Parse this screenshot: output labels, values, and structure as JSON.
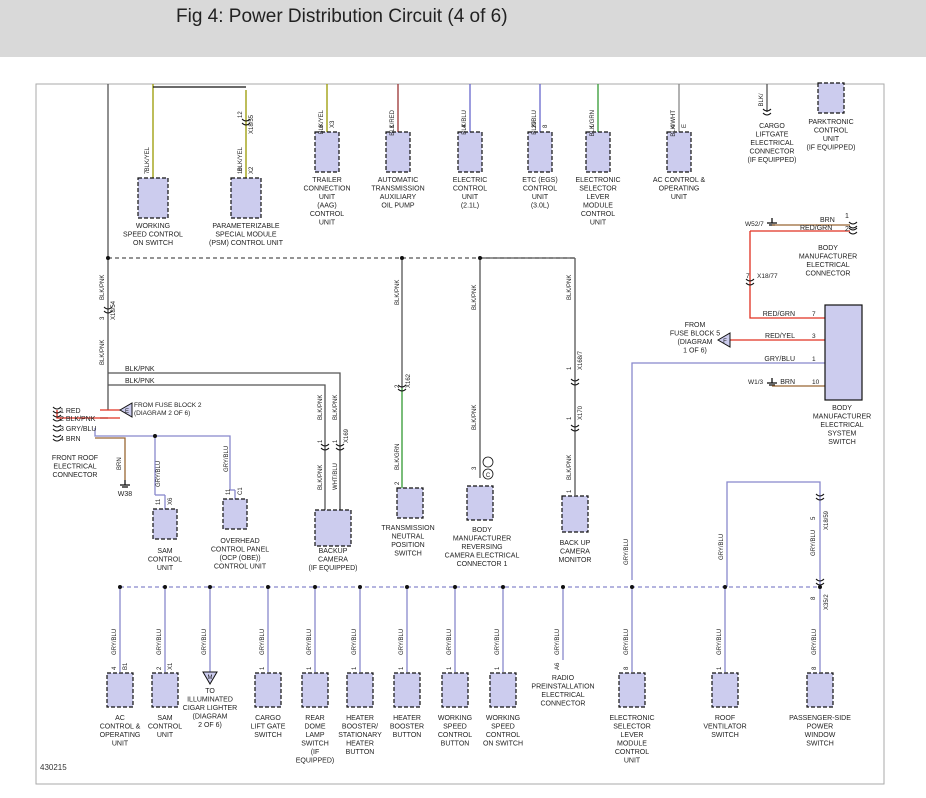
{
  "title": "Fig 4: Power Distribution Circuit (4 of 6)",
  "figure_number": "430215",
  "wire_colors": {
    "BLK/YEL": "#999900",
    "BLK/RED": "#993333",
    "BLK/BLU": "#6666cc",
    "BLK/GRN": "#339933",
    "BLK/WHT": "#888888",
    "BLK/PNK": "#555555",
    "RED": "#e03020",
    "RED/GRN": "#e03020",
    "RED/YEL": "#e03020",
    "GRY/BLU": "#8888cc",
    "BRN": "#996633",
    "default": "#444444"
  },
  "components": [
    {
      "id": "wscs_top",
      "lines": [
        "WORKING",
        "SPEED CONTROL",
        "ON SWITCH"
      ],
      "pin": "7",
      "conn": "",
      "wire": "BLK/YEL",
      "wcolor": "BLK/YEL"
    },
    {
      "id": "psm",
      "lines": [
        "PARAMETERIZABLE",
        "SPECIAL MODULE",
        "(PSM) CONTROL UNIT"
      ],
      "pin": "10",
      "conn": "X2",
      "wire": "BLK/YEL",
      "wcolor": "BLK/YEL",
      "pin2": "12",
      "conn2": "X18/55"
    },
    {
      "id": "trailer",
      "lines": [
        "TRAILER",
        "CONNECTION",
        "UNIT",
        "(AAG)",
        "CONTROL",
        "UNIT"
      ],
      "pin": "6",
      "conn": "X3",
      "wire": "BLK/YEL",
      "wcolor": "BLK/YEL"
    },
    {
      "id": "auto_trans",
      "lines": [
        "AUTOMATIC",
        "TRANSMISSION",
        "AUXILIARY",
        "OIL PUMP"
      ],
      "pin": "1",
      "conn": "",
      "wire": "BLK/RED",
      "wcolor": "BLK/RED"
    },
    {
      "id": "ecu",
      "lines": [
        "ELECTRIC",
        "CONTROL",
        "UNIT",
        "(2.1L)"
      ],
      "pin": "4",
      "conn": "",
      "wire": "BLK/BLU",
      "wcolor": "BLK/BLU"
    },
    {
      "id": "etc",
      "lines": [
        "ETC (EGS)",
        "CONTROL",
        "UNIT",
        "(3.0L)"
      ],
      "pin": "29",
      "conn": "8",
      "wire": "BLK/BLU",
      "wcolor": "BLK/BLU"
    },
    {
      "id": "esl",
      "lines": [
        "ELECTRONIC",
        "SELECTOR",
        "LEVER",
        "MODULE",
        "CONTROL",
        "UNIT"
      ],
      "pin": "1",
      "conn": "",
      "wire": "BLK/GRN",
      "wcolor": "BLK/GRN"
    },
    {
      "id": "ac_top",
      "lines": [
        "AC CONTROL &",
        "OPERATING",
        "UNIT"
      ],
      "pin": "4",
      "conn": "E",
      "wire": "BLK/WHT",
      "wcolor": "BLK/WHT"
    },
    {
      "id": "cargo_liftgate",
      "lines": [
        "CARGO",
        "LIFTGATE",
        "ELECTRICAL",
        "CONNECTOR",
        "(IF EQUIPPED)"
      ],
      "pin": "",
      "conn": "",
      "wire": "BLK/",
      "wcolor": "BLK/PNK"
    },
    {
      "id": "parktronic",
      "lines": [
        "PARKTRONIC",
        "CONTROL",
        "UNIT",
        "(IF EQUIPPED)"
      ],
      "pin": "",
      "conn": "",
      "wire": "",
      "wcolor": "default"
    },
    {
      "id": "sam_mid",
      "lines": [
        "SAM",
        "CONTROL",
        "UNIT"
      ],
      "pin": "11",
      "conn": "X6",
      "wire": "GRY/BLU",
      "wcolor": "GRY/BLU"
    },
    {
      "id": "ocp",
      "lines": [
        "OVERHEAD",
        "CONTROL PANEL",
        "(OCP (OBE))",
        "CONTROL UNIT"
      ],
      "pin": "11",
      "conn": "C1",
      "wire": "GRY/BLU",
      "wcolor": "GRY/BLU"
    },
    {
      "id": "backup_cam",
      "lines": [
        "BACKUP",
        "CAMERA",
        "(IF EQUIPPED)"
      ],
      "pin": "1",
      "conn": "",
      "wire": "BLK/PNK",
      "wcolor": "BLK/PNK",
      "wire2": "WHT/BLU",
      "pin2": "1",
      "conn2": "X169",
      "wire3": "BLK/PNK"
    },
    {
      "id": "tnps",
      "lines": [
        "TRANSMISSION",
        "NEUTRAL",
        "POSITION",
        "SWITCH"
      ],
      "pin": "2",
      "conn": "",
      "wire": "BLK/GRN",
      "wcolor": "BLK/GRN",
      "pin2": "2",
      "conn2": "X162",
      "wire2": "BLK/PNK"
    },
    {
      "id": "bm_cam",
      "lines": [
        "BODY",
        "MANUFACTURER",
        "REVERSING",
        "CAMERA ELECTRICAL",
        "CONNECTOR 1"
      ],
      "pin": "3",
      "conn": "C",
      "wire": "BLK/PNK",
      "wcolor": "BLK/PNK"
    },
    {
      "id": "backup_mon",
      "lines": [
        "BACK UP",
        "CAMERA",
        "MONITOR"
      ],
      "pin": "1",
      "conn": "",
      "wire": "BLK/PNK",
      "wcolor": "BLK/PNK",
      "pin2": "1",
      "conn2": "X170",
      "pin3": "1",
      "conn3": "X168/7"
    },
    {
      "id": "bm_system",
      "lines": [
        "BODY",
        "MANUFACTURER",
        "ELECTRICAL",
        "SYSTEM",
        "SWITCH"
      ],
      "pin": "",
      "conn": "",
      "wire": "",
      "wcolor": "default"
    }
  ],
  "bottom_row": [
    {
      "id": "ac_bottom",
      "lines": [
        "AC",
        "CONTROL &",
        "OPERATING",
        "UNIT"
      ],
      "pin": "4",
      "conn": "B1",
      "wire": "GRY/BLU"
    },
    {
      "id": "sam_bottom",
      "lines": [
        "SAM",
        "CONTROL",
        "UNIT"
      ],
      "pin": "2",
      "conn": "X1",
      "wire": "GRY/BLU"
    },
    {
      "id": "cigar",
      "lines": [
        "TO",
        "ILLUMINATED",
        "CIGAR LIGHTER",
        "(DIAGRAM",
        "2 OF 6)"
      ],
      "pin": "",
      "conn": "",
      "wire": "GRY/BLU",
      "marker": "M"
    },
    {
      "id": "cargo_lift",
      "lines": [
        "CARGO",
        "LIFT GATE",
        "SWITCH"
      ],
      "pin": "1",
      "conn": "",
      "wire": "GRY/BLU"
    },
    {
      "id": "rear_dome",
      "lines": [
        "REAR",
        "DOME",
        "LAMP",
        "SWITCH",
        "(IF",
        "EQUIPPED)"
      ],
      "pin": "1",
      "conn": "",
      "wire": "GRY/BLU"
    },
    {
      "id": "heater_stat",
      "lines": [
        "HEATER",
        "BOOSTER/",
        "STATIONARY",
        "HEATER",
        "BUTTON"
      ],
      "pin": "1",
      "conn": "",
      "wire": "GRY/BLU"
    },
    {
      "id": "heater_boost",
      "lines": [
        "HEATER",
        "BOOSTER",
        "BUTTON"
      ],
      "pin": "1",
      "conn": "",
      "wire": "GRY/BLU"
    },
    {
      "id": "wsc_btn",
      "lines": [
        "WORKING",
        "SPEED",
        "CONTROL",
        "BUTTON"
      ],
      "pin": "1",
      "conn": "",
      "wire": "GRY/BLU"
    },
    {
      "id": "wsc_on",
      "lines": [
        "WORKING",
        "SPEED",
        "CONTROL",
        "ON SWITCH"
      ],
      "pin": "1",
      "conn": "",
      "wire": "GRY/BLU"
    },
    {
      "id": "radio",
      "lines": [
        "RADIO",
        "PREINSTALLATION",
        "ELECTRICAL",
        "CONNECTOR"
      ],
      "pin": "A6",
      "conn": "",
      "wire": "GRY/BLU",
      "nobox": true
    },
    {
      "id": "esl_bottom",
      "lines": [
        "ELECTRONIC",
        "SELECTOR",
        "LEVER",
        "MODULE",
        "CONTROL",
        "UNIT"
      ],
      "pin": "8",
      "conn": "",
      "wire": "GRY/BLU"
    },
    {
      "id": "roof_vent",
      "lines": [
        "ROOF",
        "VENTILATOR",
        "SWITCH"
      ],
      "pin": "1",
      "conn": "",
      "wire": "GRY/BLU"
    },
    {
      "id": "pass_window",
      "lines": [
        "PASSENGER-SIDE",
        "POWER",
        "WINDOW",
        "SWITCH"
      ],
      "pin": "8",
      "conn": "",
      "wire": "GRY/BLU",
      "pin2": "8",
      "conn2": "X35/2",
      "pin3": "5",
      "conn3": "X18/59"
    }
  ],
  "front_roof": {
    "lines": [
      "FRONT ROOF",
      "ELECTRICAL",
      "CONNECTOR"
    ],
    "pins": [
      {
        "n": "1",
        "wire": "RED"
      },
      {
        "n": "2",
        "wire": "BLK/PNK"
      },
      {
        "n": "3",
        "wire": "GRY/BLU"
      },
      {
        "n": "4",
        "wire": "BRN"
      }
    ],
    "fuse_ref_letter": "E",
    "fuse_ref": [
      "FROM FUSE BLOCK 2",
      "(DIAGRAM 2 OF 6)"
    ],
    "ground_wire": "BRN",
    "ground": "W38"
  },
  "left_trunk": {
    "wire": "BLK/PNK",
    "pin": "3",
    "conn": "X18/54",
    "wire_below": "BLK/PNK"
  },
  "bus_labels": {
    "blk_pnk_1": "BLK/PNK",
    "blk_pnk_2": "BLK/PNK",
    "bm_blk_pnk": "BLK/PNK"
  },
  "bm_connector": {
    "lines": [
      "BODY",
      "MANUFACTURER",
      "ELECTRICAL",
      "CONNECTOR"
    ],
    "ground": "W52/7",
    "pins": [
      {
        "n": "1",
        "wire": "BRN"
      },
      {
        "n": "2",
        "wire": "RED/GRN"
      }
    ],
    "feed_pin": "7",
    "feed_conn": "X18/77"
  },
  "bm_switch_pins": [
    {
      "n": "7",
      "wire": "RED/GRN"
    },
    {
      "n": "3",
      "wire": "RED/YEL"
    },
    {
      "n": "1",
      "wire": "GRY/BLU"
    },
    {
      "n": "10",
      "wire": "BRN"
    }
  ],
  "fuse5": {
    "lines": [
      "FROM",
      "FUSE BLOCK 5",
      "(DIAGRAM",
      "1 OF 6)"
    ],
    "letter": "F"
  },
  "w1_ground": "W1/3"
}
